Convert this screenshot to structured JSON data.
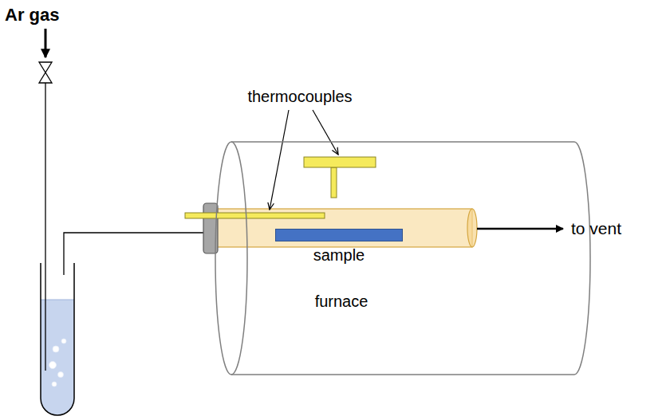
{
  "diagram": {
    "nodes": [
      {
        "text": [
          "furnace"
        ]
      },
      {
        "text": [
          "sample"
        ],
        "in": 0
      }
    ],
    "labels": [
      "Ar gas",
      "thermocouples",
      "to vent"
    ]
  }
}
